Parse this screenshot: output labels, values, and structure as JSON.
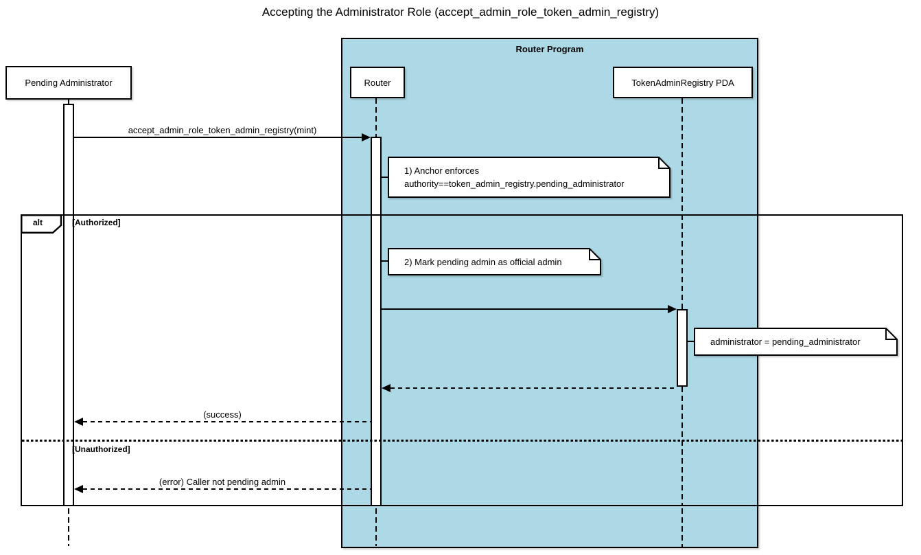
{
  "title": "Accepting the Administrator Role (accept_admin_role_token_admin_registry)",
  "colors": {
    "program_background": "#ADD8E6",
    "line": "#000000",
    "page_background": "#FFFFFF"
  },
  "program_box": {
    "label": "Router Program"
  },
  "participants": [
    {
      "id": "pending-administrator",
      "label": "Pending Administrator"
    },
    {
      "id": "router",
      "label": "Router"
    },
    {
      "id": "token-admin-registry-pda",
      "label": "TokenAdminRegistry PDA"
    }
  ],
  "messages": {
    "call": {
      "label": "accept_admin_role_token_admin_registry(mint)",
      "style": "solid",
      "from": "Pending Administrator",
      "to": "Router"
    },
    "update": {
      "label": "",
      "style": "solid",
      "from": "Router",
      "to": "TokenAdminRegistry PDA"
    },
    "update_return": {
      "label": "",
      "style": "dashed",
      "from": "TokenAdminRegistry PDA",
      "to": "Router"
    },
    "success": {
      "label": "(success)",
      "style": "dashed",
      "from": "Router",
      "to": "Pending Administrator"
    },
    "error": {
      "label": "(error) Caller not pending admin",
      "style": "dashed",
      "from": "Router",
      "to": "Pending Administrator"
    }
  },
  "notes": {
    "note1": {
      "line1": "1) Anchor enforces",
      "line2": "authority==token_admin_registry.pending_administrator"
    },
    "note2": {
      "text": "2) Mark pending admin as official admin"
    },
    "note3": {
      "text": "administrator = pending_administrator"
    }
  },
  "alt_frame": {
    "operator": "alt",
    "guard_authorized": "[Authorized]",
    "guard_unauthorized": "[Unauthorized]"
  }
}
